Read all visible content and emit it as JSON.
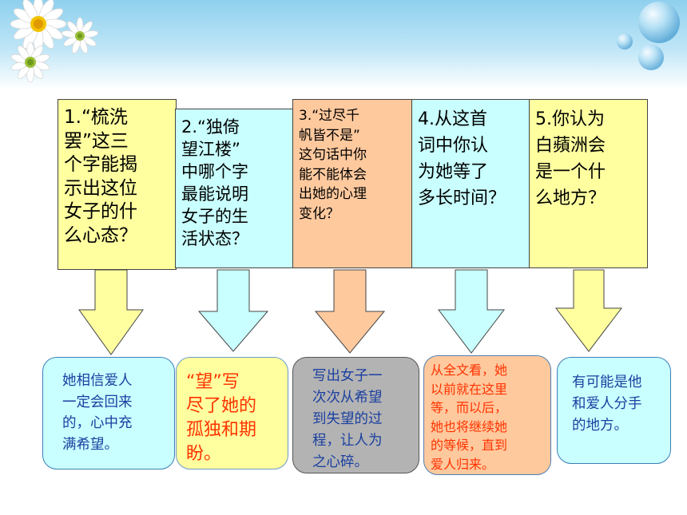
{
  "questions": [
    {
      "text": "1.“梳洗\n罢”这三\n个字能揭\n示出这位\n女子的什\n么心态？"
    },
    {
      "text": "2.“独倚\n望江楼”\n中哪个字\n最能说明\n女子的生\n活状态？"
    },
    {
      "text": "3.“过尽千\n帆皆不是”\n这句话中你\n能不能体会\n出她的心理\n变化？"
    },
    {
      "text": "4.从这首\n词中你认\n为她等了\n多长时间？"
    },
    {
      "text": "5.你认为\n白蘋洲会\n是一个什\n么地方？"
    }
  ],
  "answers": [
    {
      "text": "她相信爱人\n一定会回来\n的，心中充\n满希望。"
    },
    {
      "text": "“望”写\n尽了她的\n孤独和期\n盼。"
    },
    {
      "text": "写出女子一\n次次从希望\n到失望的过\n程，让人为\n之心碎。"
    },
    {
      "text": "从全文看，她\n以前就在这里\n等，而以后，\n她也将继续她\n的等候，直到\n爱人归来。"
    },
    {
      "text": "有可能是他\n和爱人分手\n的地方。"
    }
  ],
  "colors": {
    "yellow": "#ffffa0",
    "cyan": "#c9ffff",
    "orange": "#ffc99e",
    "gray": "#b3b3b3",
    "blue_text": "#1a3fa0",
    "red_text": "#ff3300"
  }
}
